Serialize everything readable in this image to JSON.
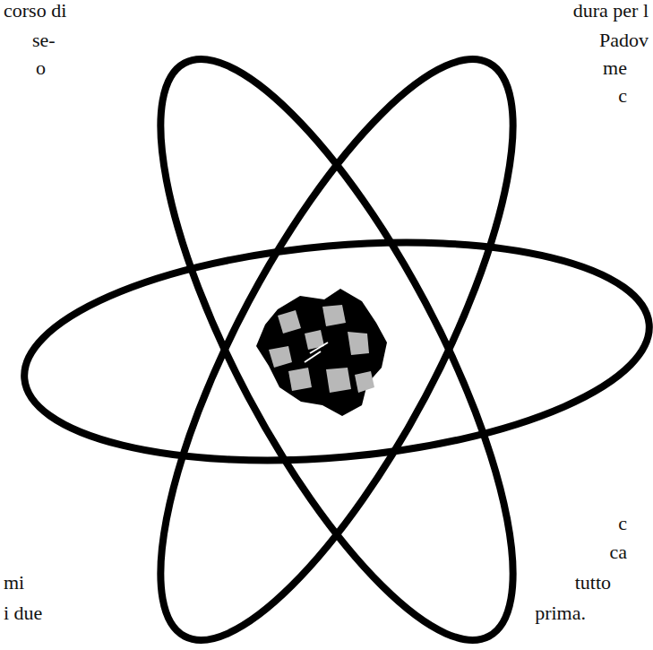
{
  "diagram": {
    "labels": [
      "corso di",
      "dura per l",
      "se-",
      "Padov",
      "o",
      "me",
      "c",
      "c",
      "ca",
      "mi",
      "tutto",
      "i due",
      "prima."
    ]
  }
}
